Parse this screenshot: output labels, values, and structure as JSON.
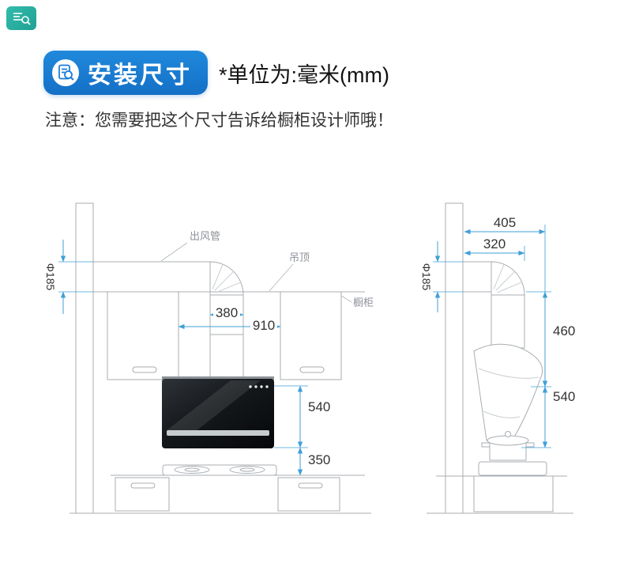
{
  "header": {
    "badge_label": "安装尺寸",
    "unit_label": "*单位为:毫米(mm)",
    "notice": "注意：您需要把这个尺寸告诉给橱柜设计师哦！"
  },
  "diagram": {
    "callouts": {
      "duct": "出风管",
      "ceiling": "吊顶",
      "cabinet": "橱柜"
    },
    "front_view": {
      "duct_diameter": "Φ185",
      "flue_width": "380",
      "cabinet_gap_width": "910",
      "hood_height": "540",
      "hood_to_cooktop": "350"
    },
    "side_view": {
      "duct_diameter": "Φ185",
      "total_depth": "405",
      "duct_depth": "320",
      "upper_section_height": "460",
      "hood_height": "540"
    },
    "colors": {
      "badge_blue": "#1b80d5",
      "corner_teal": "#2ab3a3",
      "dimension_line": "#3f9fd9",
      "dimension_text": "#333333",
      "outline_gray": "#a8adb2"
    }
  }
}
